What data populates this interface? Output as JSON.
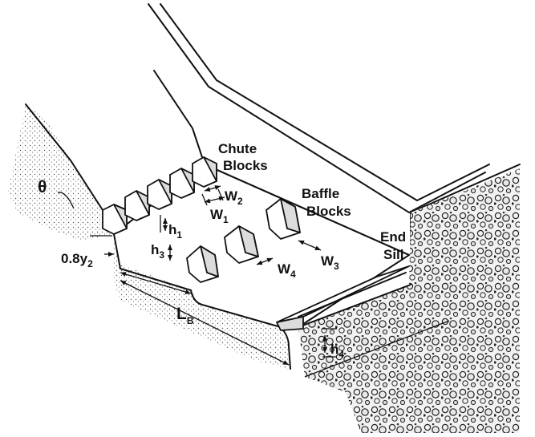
{
  "labels": {
    "chute_blocks": [
      "Chute",
      "Blocks"
    ],
    "baffle_blocks": [
      "Baffle",
      "Blocks"
    ],
    "end_sill": [
      "End",
      "Sill"
    ]
  },
  "dimensions": {
    "theta": "θ",
    "h1": {
      "base": "h",
      "sub": "1"
    },
    "h3": {
      "base": "h",
      "sub": "3"
    },
    "h4": {
      "base": "h",
      "sub": "4"
    },
    "w1": {
      "base": "W",
      "sub": "1"
    },
    "w2": {
      "base": "W",
      "sub": "2"
    },
    "w3": {
      "base": "W",
      "sub": "3"
    },
    "w4": {
      "base": "W",
      "sub": "4"
    },
    "y2": {
      "prefix": "0.8y",
      "sub": "2"
    },
    "lb": {
      "base": "L",
      "sub": "B"
    }
  }
}
